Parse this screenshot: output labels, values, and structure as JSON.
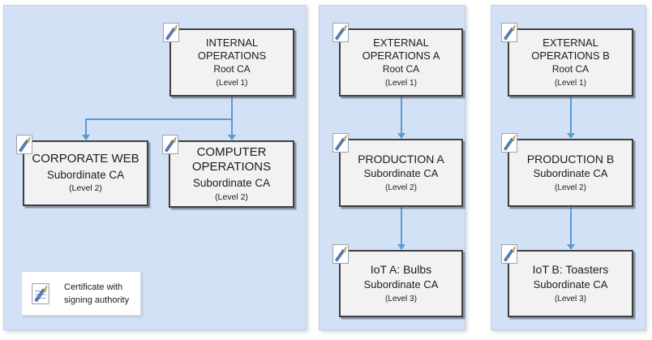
{
  "colors": {
    "panel_bg": "#d3e1f6",
    "panel_border": "#c9ced8",
    "box_bg": "#f2f2f2",
    "box_border": "#3f3f3f",
    "connector": "#5b9bd5",
    "text": "#1c1c1c",
    "legend_bg": "#ffffff"
  },
  "legend": {
    "icon": "certificate-signing-icon",
    "lines": [
      "Certificate with",
      "signing authority"
    ]
  },
  "panels": [
    {
      "name": "internal-operations",
      "boxes": [
        {
          "title": "INTERNAL OPERATIONS",
          "subtitle": "Root CA",
          "level": "(Level 1)"
        },
        {
          "title": "CORPORATE WEB",
          "subtitle": "Subordinate CA",
          "level": "(Level 2)"
        },
        {
          "title": "COMPUTER OPERATIONS",
          "subtitle": "Subordinate CA",
          "level": "(Level 2)"
        }
      ]
    },
    {
      "name": "external-operations-a",
      "boxes": [
        {
          "title": "EXTERNAL OPERATIONS A",
          "subtitle": "Root CA",
          "level": "(Level 1)"
        },
        {
          "title": "PRODUCTION A",
          "subtitle": "Subordinate CA",
          "level": "(Level 2)"
        },
        {
          "title": "IoT A: Bulbs",
          "subtitle": "Subordinate CA",
          "level": "(Level 3)"
        }
      ]
    },
    {
      "name": "external-operations-b",
      "boxes": [
        {
          "title": "EXTERNAL OPERATIONS B",
          "subtitle": "Root CA",
          "level": "(Level 1)"
        },
        {
          "title": "PRODUCTION B",
          "subtitle": "Subordinate CA",
          "level": "(Level 2)"
        },
        {
          "title": "IoT B: Toasters",
          "subtitle": "Subordinate CA",
          "level": "(Level 3)"
        }
      ]
    }
  ]
}
